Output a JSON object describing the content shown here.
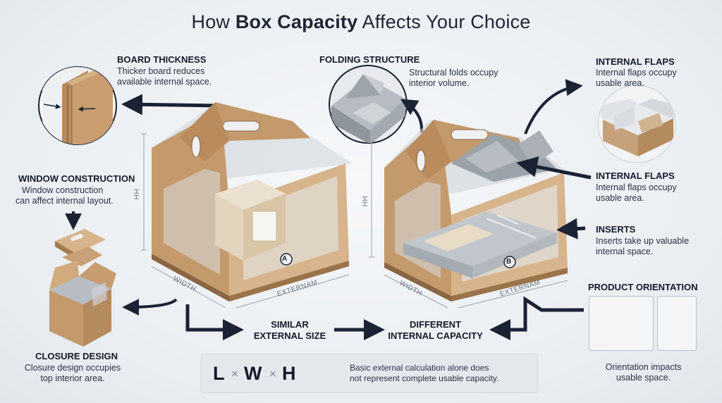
{
  "title": {
    "pre": "How ",
    "bold": "Box Capacity",
    "post": " Affects Your Choice"
  },
  "board_thickness": {
    "heading": "BOARD THICKNESS",
    "line1": "Thicker board reduces",
    "line2": "available internal space."
  },
  "folding_structure": {
    "heading": "FOLDING STRUCTURE",
    "line1": "Structural folds occupy",
    "line2": "interior volume."
  },
  "internal_flaps_top": {
    "heading": "INTERNAL FLAPS",
    "line1": "Internal flaps occupy",
    "line2": "usable area."
  },
  "internal_flaps_mid": {
    "heading": "INTERNAL FLAPS",
    "line1": "Internal flaps occupy",
    "line2": "usable area."
  },
  "inserts": {
    "heading": "INSERTS",
    "line1": "Inserts take up valuable",
    "line2": "internal space."
  },
  "window_construction": {
    "heading": "WINDOW CONSTRUCTION",
    "line1": "Window construction",
    "line2": "can affect internal layout."
  },
  "closure_design": {
    "heading": "CLOSURE DESIGN",
    "line1": "Closure design occupies",
    "line2": "top interior area."
  },
  "product_orientation": {
    "heading": "PRODUCT ORIENTATION",
    "line1": "Orientation impacts",
    "line2": "usable space."
  },
  "box_a": {
    "badge": "A",
    "width_label": "WIDTH",
    "length_label": "EXTERNAM",
    "height_label": "HH"
  },
  "box_b": {
    "badge": "B",
    "width_label": "WIDTH",
    "length_label": "EXTERNAM",
    "height_label": "HH"
  },
  "similar": {
    "line1": "SIMILAR",
    "line2": "EXTERNAL SIZE"
  },
  "different": {
    "line1": "DIFFERENT",
    "line2": "INTERNAL CAPACITY"
  },
  "formula": {
    "l": "L",
    "w": "W",
    "h": "H",
    "times": "×",
    "note_line1": "Basic external calculation alone does",
    "note_line2": "not represent complete usable capacity."
  },
  "colors": {
    "kraft": "#c49a6c",
    "kraft_dark": "#a47a4f",
    "kraft_light": "#d7b48b",
    "arrow": "#1b2233",
    "gray": "#9aa1a9"
  }
}
